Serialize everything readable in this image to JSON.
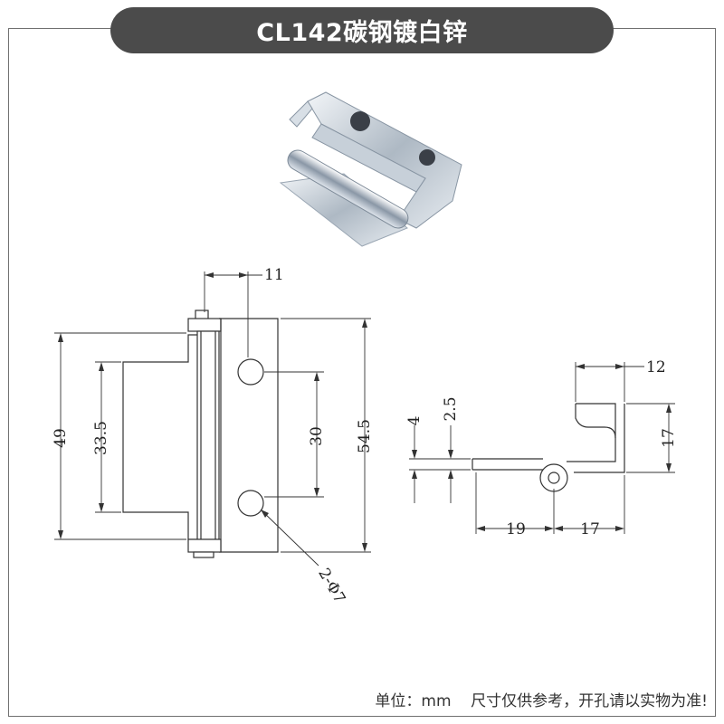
{
  "title": "CL142碳钢镀白锌",
  "footer": {
    "unit_label": "单位：mm",
    "note": "尺寸仅供参考，开孔请以实物为准!"
  },
  "product_photo": {
    "icon": "zinc-plated-hinge-photo"
  },
  "front_view": {
    "dims": {
      "pin_offset": "11",
      "overall_height": "49",
      "leaf_height": "33.5",
      "hole_spacing": "30",
      "total_height": "54.5",
      "holes": "2-Φ7"
    }
  },
  "side_view": {
    "dims": {
      "flange_width": "12",
      "thickness": "4",
      "sheet": "2.5",
      "offset": "17",
      "leaf_length": "19",
      "knuckle_width": "17"
    }
  }
}
